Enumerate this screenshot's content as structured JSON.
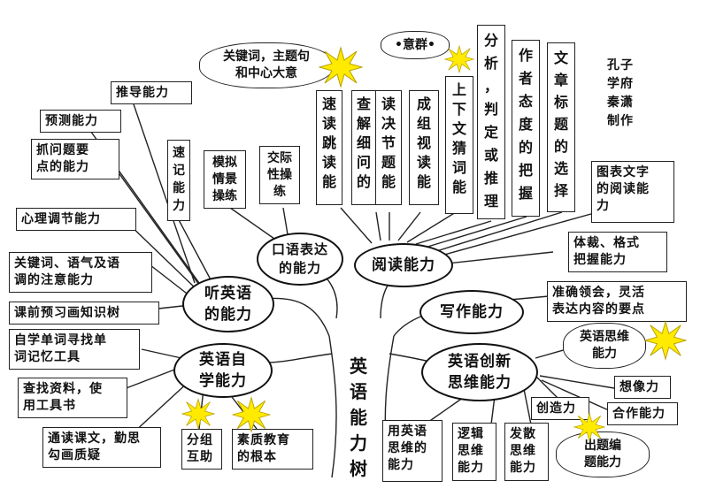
{
  "title": "英\n语\n能\n力\n树",
  "credit": "孔子\n学府\n秦潇\n制作",
  "colors": {
    "line": "#222222",
    "star": "#ffea00",
    "star_stroke": "#b8a000"
  },
  "hubs": {
    "listening": "听英语\n的能力",
    "oral": "口语表达\n的能力",
    "reading": "阅读能力",
    "writing": "写作能力",
    "self_study": "英语自\n学能力",
    "innovation": "英语创新\n思维能力"
  },
  "left_boxes": {
    "tuidao": "推导能力",
    "yuce": "预测能力",
    "zhuawenti": "抓问题要\n点的能力",
    "xinli": "心理调节能力",
    "guanjianci": "关键词、语气及语\n调的注意能力",
    "kqyx": "课前预习画知识树",
    "zixue": "自学单词寻找单\n词记忆工具",
    "chazhao": "查找资料，使\n用工具书",
    "tongdu": "通读课文，勤思\n勾画质疑",
    "fenzu": "分组\n互助",
    "suzhi": "素质教育\n的根本"
  },
  "vertical_boxes": {
    "suji": "速\n记\n能\n力",
    "moni": "模拟\n情景\n操练",
    "jiaoji": "交际\n性操\n练",
    "sudu": "速\n读\n跳\n读\n能",
    "chadu": "查\n解\n细\n问\n的",
    "dujue": "读\n决\n节\n题\n能",
    "chengzu": "成\n组\n视\n读\n能",
    "shangxia": "上\n下\n文\n猜\n词\n能",
    "fenxi": "分\n析\n，\n判\n定\n或\n推\n理",
    "zuozhe": "作\n者\n态\n度\n的\n把\n握",
    "wenzhang": "文\n章\n标\n题\n的\n选\n择"
  },
  "right_boxes": {
    "tubiao": "图表文字\n的阅读能\n力",
    "ticai": "体裁、格式\n把握能力",
    "zhunque": "准确领会，灵活\n表达内容的要点",
    "xiangxiang": "想像力",
    "chuangzao": "创造力",
    "hezuo": "合作能力",
    "yongyingyu": "用英语\n思维的\n能力",
    "luoji": "逻辑\n思维\n能力",
    "fasan": "发散\n思维\n能力"
  },
  "clouds": {
    "keyword": "关键词，主题句\n和中心大意",
    "yiqun": "•意群•",
    "siwei": "英语思维\n能力",
    "chuti": "出题编\n题能力"
  }
}
